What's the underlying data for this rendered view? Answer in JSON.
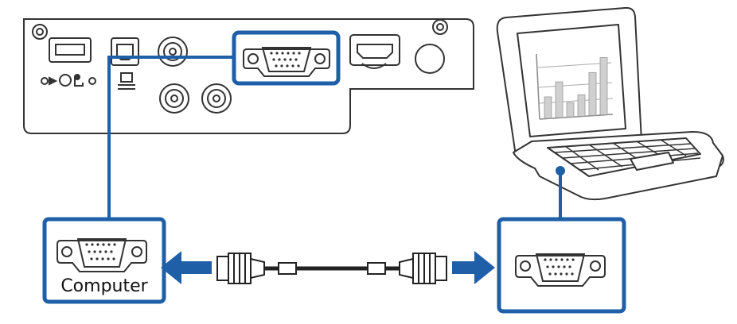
{
  "computer_callout": {
    "label": "Computer"
  },
  "colors": {
    "accent": "#1f5fa8",
    "line": "#333333",
    "panel_fill": "#ffffff",
    "screen_bar": "#d0d0d0"
  },
  "icons": {
    "projector_panel": "projector-rear-panel-icon",
    "laptop": "laptop-icon",
    "vga_port": "vga-port-icon",
    "vga_cable": "vga-cable-icon",
    "arrow": "arrow-icon"
  },
  "laptop_chart": {
    "type": "bar",
    "values": [
      3,
      5,
      2,
      3,
      6,
      8
    ]
  }
}
